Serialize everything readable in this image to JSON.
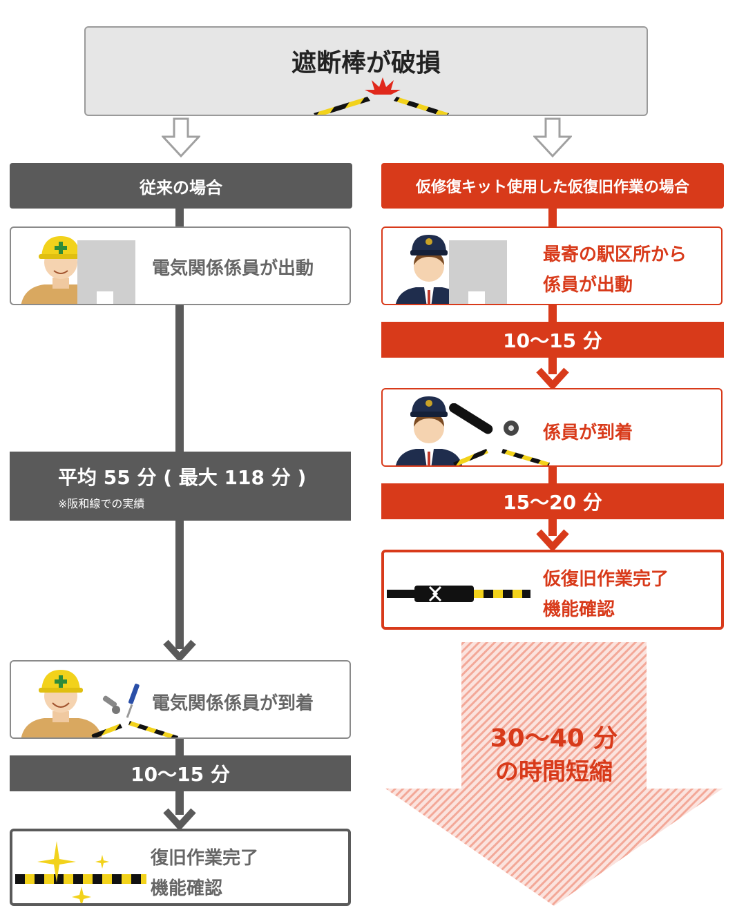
{
  "header": {
    "title": "遮断棒が破損"
  },
  "left": {
    "heading": "従来の場合",
    "step1": "電気関係係員が出動",
    "avg": {
      "main": "平均 55 分 ( 最大 118 分 )",
      "note": "※阪和線での実績"
    },
    "step2": "電気関係係員が到着",
    "duration": "10～15 分",
    "done": {
      "line1": "復旧作業完了",
      "line2": "機能確認"
    }
  },
  "right": {
    "heading": "仮修復キット使用した仮復旧作業の場合",
    "step1": {
      "line1": "最寄の駅区所から",
      "line2": "係員が出動"
    },
    "duration1": "10～15 分",
    "step2": "係員が到着",
    "duration2": "15～20 分",
    "done": {
      "line1": "仮復旧作業完了",
      "line2": "機能確認"
    }
  },
  "summary": {
    "line1": "30～40 分",
    "line2": "の時間短縮"
  },
  "colors": {
    "red": "#d83a1a",
    "gray": "#5a5a5a",
    "header_bg": "#e6e6e6"
  }
}
